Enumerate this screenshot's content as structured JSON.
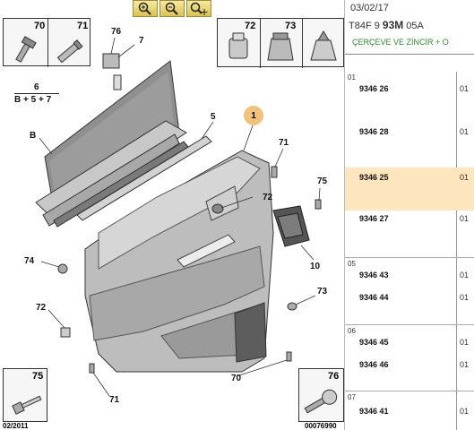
{
  "toolbar": {
    "zoom_in": "zoom-in",
    "zoom_out": "zoom-out",
    "zoom_fit": "zoom-fit"
  },
  "callouts": {
    "box70": "70",
    "box71": "71",
    "box72": "72",
    "box73": "73",
    "box75": "75",
    "box76": "76",
    "l76": "76",
    "l7": "7",
    "l6": "6",
    "l6sub": "B + 5 + 7",
    "lB": "B",
    "l5": "5",
    "l1": "1",
    "l71a": "71",
    "l72a": "72",
    "l75": "75",
    "l10": "10",
    "l74": "74",
    "l73": "73",
    "l72b": "72",
    "l70": "70",
    "l71b": "71"
  },
  "footer": {
    "left": "02/2011",
    "right": "00076990"
  },
  "panel": {
    "date": "03/02/17",
    "code_prefix": "T84F 9 ",
    "code_bold": "93M",
    "code_suffix": " 05A",
    "description": "ÇERÇEVE VE ZİNCİR + O"
  },
  "rows": [
    {
      "group": "01",
      "ref": "9346 26",
      "qty": "01"
    },
    {
      "group": "",
      "ref": "9346 28",
      "qty": "01"
    },
    {
      "group": "",
      "ref": "9346 25",
      "qty": "01"
    },
    {
      "group": "",
      "ref": "9346 27",
      "qty": "01"
    },
    {
      "group": "05",
      "ref": "9346 43",
      "qty": "01"
    },
    {
      "group": "",
      "ref": "9346 44",
      "qty": "01"
    },
    {
      "group": "06",
      "ref": "9346 45",
      "qty": "01"
    },
    {
      "group": "",
      "ref": "9346 46",
      "qty": "01"
    },
    {
      "group": "07",
      "ref": "9346 41",
      "qty": "01"
    }
  ],
  "colors": {
    "highlight": "#fde5bd",
    "description": "#2a8a2a",
    "badge": "#f0c27a"
  }
}
